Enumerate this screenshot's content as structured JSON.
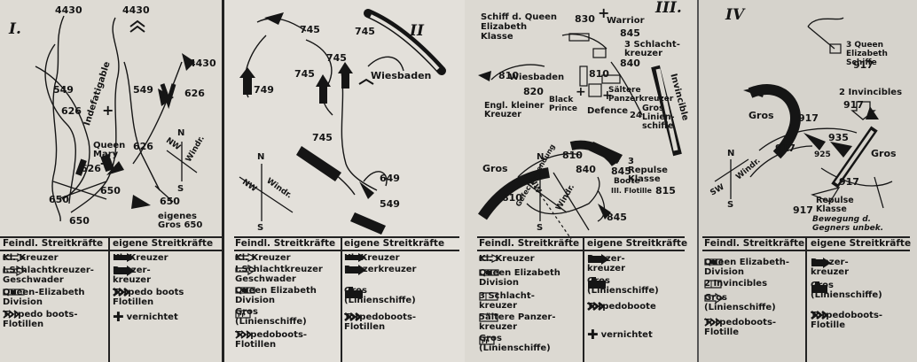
{
  "panels": [
    {
      "roman": "I.",
      "labels": [
        "4430",
        "4430",
        "4430",
        "549",
        "549",
        "626",
        "626",
        "626",
        "626",
        "650",
        "650",
        "650",
        "650",
        "Queen Mary",
        "Indefatigable",
        "eigenes Gros 650"
      ],
      "compass": {
        "n": "N",
        "s": "S",
        "nw": "NW",
        "wind": "Windr."
      },
      "legend": {
        "enemy_header": "Feindl. Streitkräfte",
        "own_header": "eigene Streitkräfte",
        "enemy": [
          "Kl. Kreuzer",
          "I.Schlachtkreuzer-\nGeschwader",
          "Queen-Elizabeth\nDivision",
          "Torpedo boots-\nFlotillen"
        ],
        "own": [
          "Kl. Kreuzer",
          "Panzer-\nkreuzer",
          "Torpedo boots\nFlotillen",
          "vernichtet"
        ]
      }
    },
    {
      "roman": "II",
      "labels": [
        "745",
        "749",
        "745",
        "745",
        "745",
        "Wiesbaden",
        "745",
        "649",
        "549"
      ],
      "compass": {
        "n": "N",
        "s": "S",
        "nw": "NW",
        "wind": "Windr."
      },
      "legend": {
        "enemy_header": "Feindl. Streitkräfte",
        "own_header": "eigene Streitkräfte",
        "enemy": [
          "Kl. Kreuzer",
          "I.Schlachtkreuzer\nGeschwader",
          "Queen Elizabeth\nDivision",
          "Gros\n(Linienschiffe)",
          "Torpedoboots-\nFlotillen"
        ],
        "own": [
          "Kl. Kreuzer",
          "Panzerkreuzer",
          "Gros\n(Linienschiffe)",
          "Torpedoboots-\nFlotillen"
        ]
      }
    },
    {
      "roman": "III.",
      "labels": [
        "Schiff d. Queen Elizabeth Klasse",
        "830",
        "Warrior",
        "845",
        "3 Schlacht-kreuzer",
        "840",
        "810",
        "Wiesbaden",
        "820",
        "810",
        "Sältere Panzerkreuzer",
        "Black Prince",
        "Defence",
        "Engl. kleiner Kreuzer",
        "Gros Linien-schiffe",
        "24",
        "Invincible",
        "Gros",
        "810",
        "810",
        "840",
        "3 Repulse Klasse",
        "815",
        "845",
        "Boote",
        "III. Flotille",
        "845",
        "Gefecht-wendung"
      ],
      "compass": {
        "n": "N",
        "s": "S",
        "nw": "NW",
        "wind": "Windr."
      },
      "legend": {
        "enemy_header": "Feindl. Streitkräfte",
        "own_header": "eigene Streitkräfte",
        "enemy": [
          "Kl. Kreuzer",
          "Queen Elizabeth\nDivision",
          "3 Schlacht-\nkreuzer",
          "5ältere Panzer-\nkreuzer",
          "Gros\n(Linienschiffe)"
        ],
        "own": [
          "Panzer-\nkreuzer",
          "Gros\n(Linienschiffe)",
          "Torpedoboote",
          "vernichtet"
        ]
      }
    },
    {
      "roman": "IV",
      "labels": [
        "3 Queen Elizabeth Schiffe",
        "917",
        "2 Invincibles",
        "917",
        "Gros",
        "917",
        "935",
        "917",
        "925",
        "Gros",
        "917",
        "917",
        "Repulse Klasse",
        "Bewegung d. Gegners unbek."
      ],
      "compass": {
        "n": "N",
        "s": "S",
        "sw": "SW",
        "wind": "Windr."
      },
      "legend": {
        "enemy_header": "Feindl. Streitkräfte",
        "own_header": "eigene Streitkräfte",
        "enemy": [
          "Queen Elizabeth-\nDivision",
          "2 Invincibles",
          "Gros\n(Linienschiffe)",
          "Torpedoboots-\nFlotille"
        ],
        "own": [
          "Panzer-\nkreuzer",
          "Gros\n(Linienschiffe)",
          "Torpedoboots-\nFlotille"
        ]
      }
    }
  ],
  "colors": {
    "ink": "#151515",
    "paper": "#dedbd4"
  }
}
